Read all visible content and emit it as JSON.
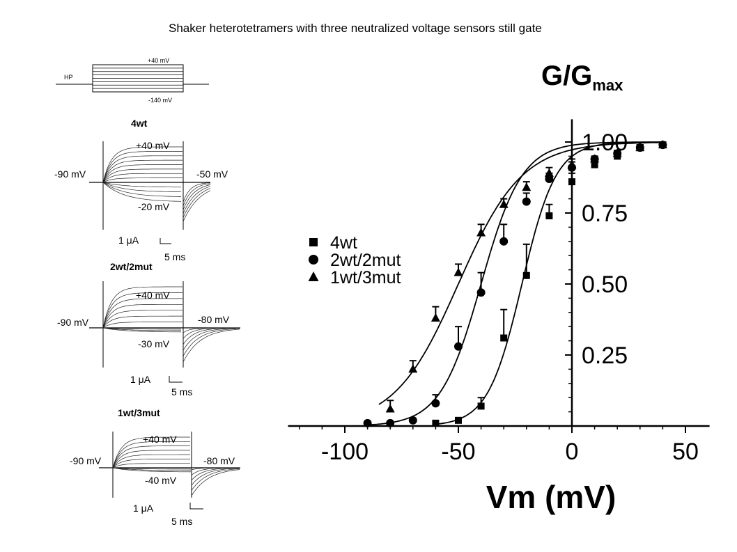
{
  "slide_title": "Shaker heterotetramers with three neutralized voltage sensors still gate",
  "protocol": {
    "hp_label": "HP",
    "top_label": "+40 mV",
    "bottom_label": "-140 mV"
  },
  "trace_panels": [
    {
      "title": "4wt",
      "label_top": "+40 mV",
      "label_left": "-90 mV",
      "label_right": "-50 mV",
      "label_mid": "-20 mV",
      "scale_current": "1 μA",
      "scale_time": "5 ms"
    },
    {
      "title": "2wt/2mut",
      "label_top": "+40 mV",
      "label_left": "-90 mV",
      "label_right": "-80 mV",
      "label_mid": "-30 mV",
      "scale_current": "1 μA",
      "scale_time": "5 ms"
    },
    {
      "title": "1wt/3mut",
      "label_top": "+40 mV",
      "label_left": "-90 mV",
      "label_right": "-80 mV",
      "label_mid": "-40 mV",
      "scale_current": "1 μA",
      "scale_time": "5 ms"
    }
  ],
  "chart_data": {
    "type": "scatter",
    "title": "",
    "xlabel": "Vm (mV)",
    "ylabel_main": "G/G",
    "ylabel_sub": "max",
    "xlim": [
      -125,
      60
    ],
    "ylim": [
      -0.02,
      1.05
    ],
    "xticks": [
      -100,
      -50,
      0,
      50
    ],
    "xtick_labels": [
      "-100",
      "-50",
      "0",
      "50"
    ],
    "yticks": [
      0.25,
      0.5,
      0.75,
      1.0
    ],
    "ytick_labels": [
      "0.25",
      "0.50",
      "0.75",
      "1.00"
    ],
    "grid": false,
    "legend_position": "left",
    "series": [
      {
        "name": "4wt",
        "marker": "square",
        "x": [
          -60,
          -50,
          -40,
          -30,
          -20,
          -10,
          0,
          10,
          20,
          30,
          40
        ],
        "y": [
          0.01,
          0.02,
          0.07,
          0.31,
          0.53,
          0.74,
          0.86,
          0.92,
          0.95,
          0.98,
          0.99
        ],
        "err": [
          0,
          0,
          0.03,
          0.1,
          0.11,
          0.04,
          0.03,
          0.01,
          0.01,
          0.01,
          0.01
        ],
        "fit_v_half": -22,
        "fit_slope": 7.5
      },
      {
        "name": "2wt/2mut",
        "marker": "circle",
        "x": [
          -90,
          -80,
          -70,
          -60,
          -50,
          -40,
          -30,
          -20,
          -10,
          0,
          10,
          20,
          30,
          40
        ],
        "y": [
          0.01,
          0.01,
          0.02,
          0.08,
          0.28,
          0.47,
          0.65,
          0.79,
          0.87,
          0.91,
          0.94,
          0.96,
          0.98,
          0.99
        ],
        "err": [
          0,
          0,
          0,
          0.03,
          0.07,
          0.07,
          0.06,
          0.03,
          0.02,
          0.02,
          0.01,
          0.01,
          0.01,
          0.01
        ],
        "fit_v_half": -40,
        "fit_slope": 9
      },
      {
        "name": "1wt/3mut",
        "marker": "triangle",
        "x": [
          -80,
          -70,
          -60,
          -50,
          -40,
          -30,
          -20,
          -10,
          0,
          10,
          20,
          30,
          40
        ],
        "y": [
          0.06,
          0.2,
          0.38,
          0.54,
          0.68,
          0.78,
          0.84,
          0.89,
          0.92,
          0.94,
          0.96,
          0.98,
          0.99
        ],
        "err": [
          0.03,
          0.03,
          0.04,
          0.03,
          0.03,
          0.02,
          0.02,
          0.02,
          0.02,
          0.01,
          0.01,
          0.01,
          0.01
        ],
        "fit_v_half": -50,
        "fit_slope": 14
      }
    ]
  }
}
